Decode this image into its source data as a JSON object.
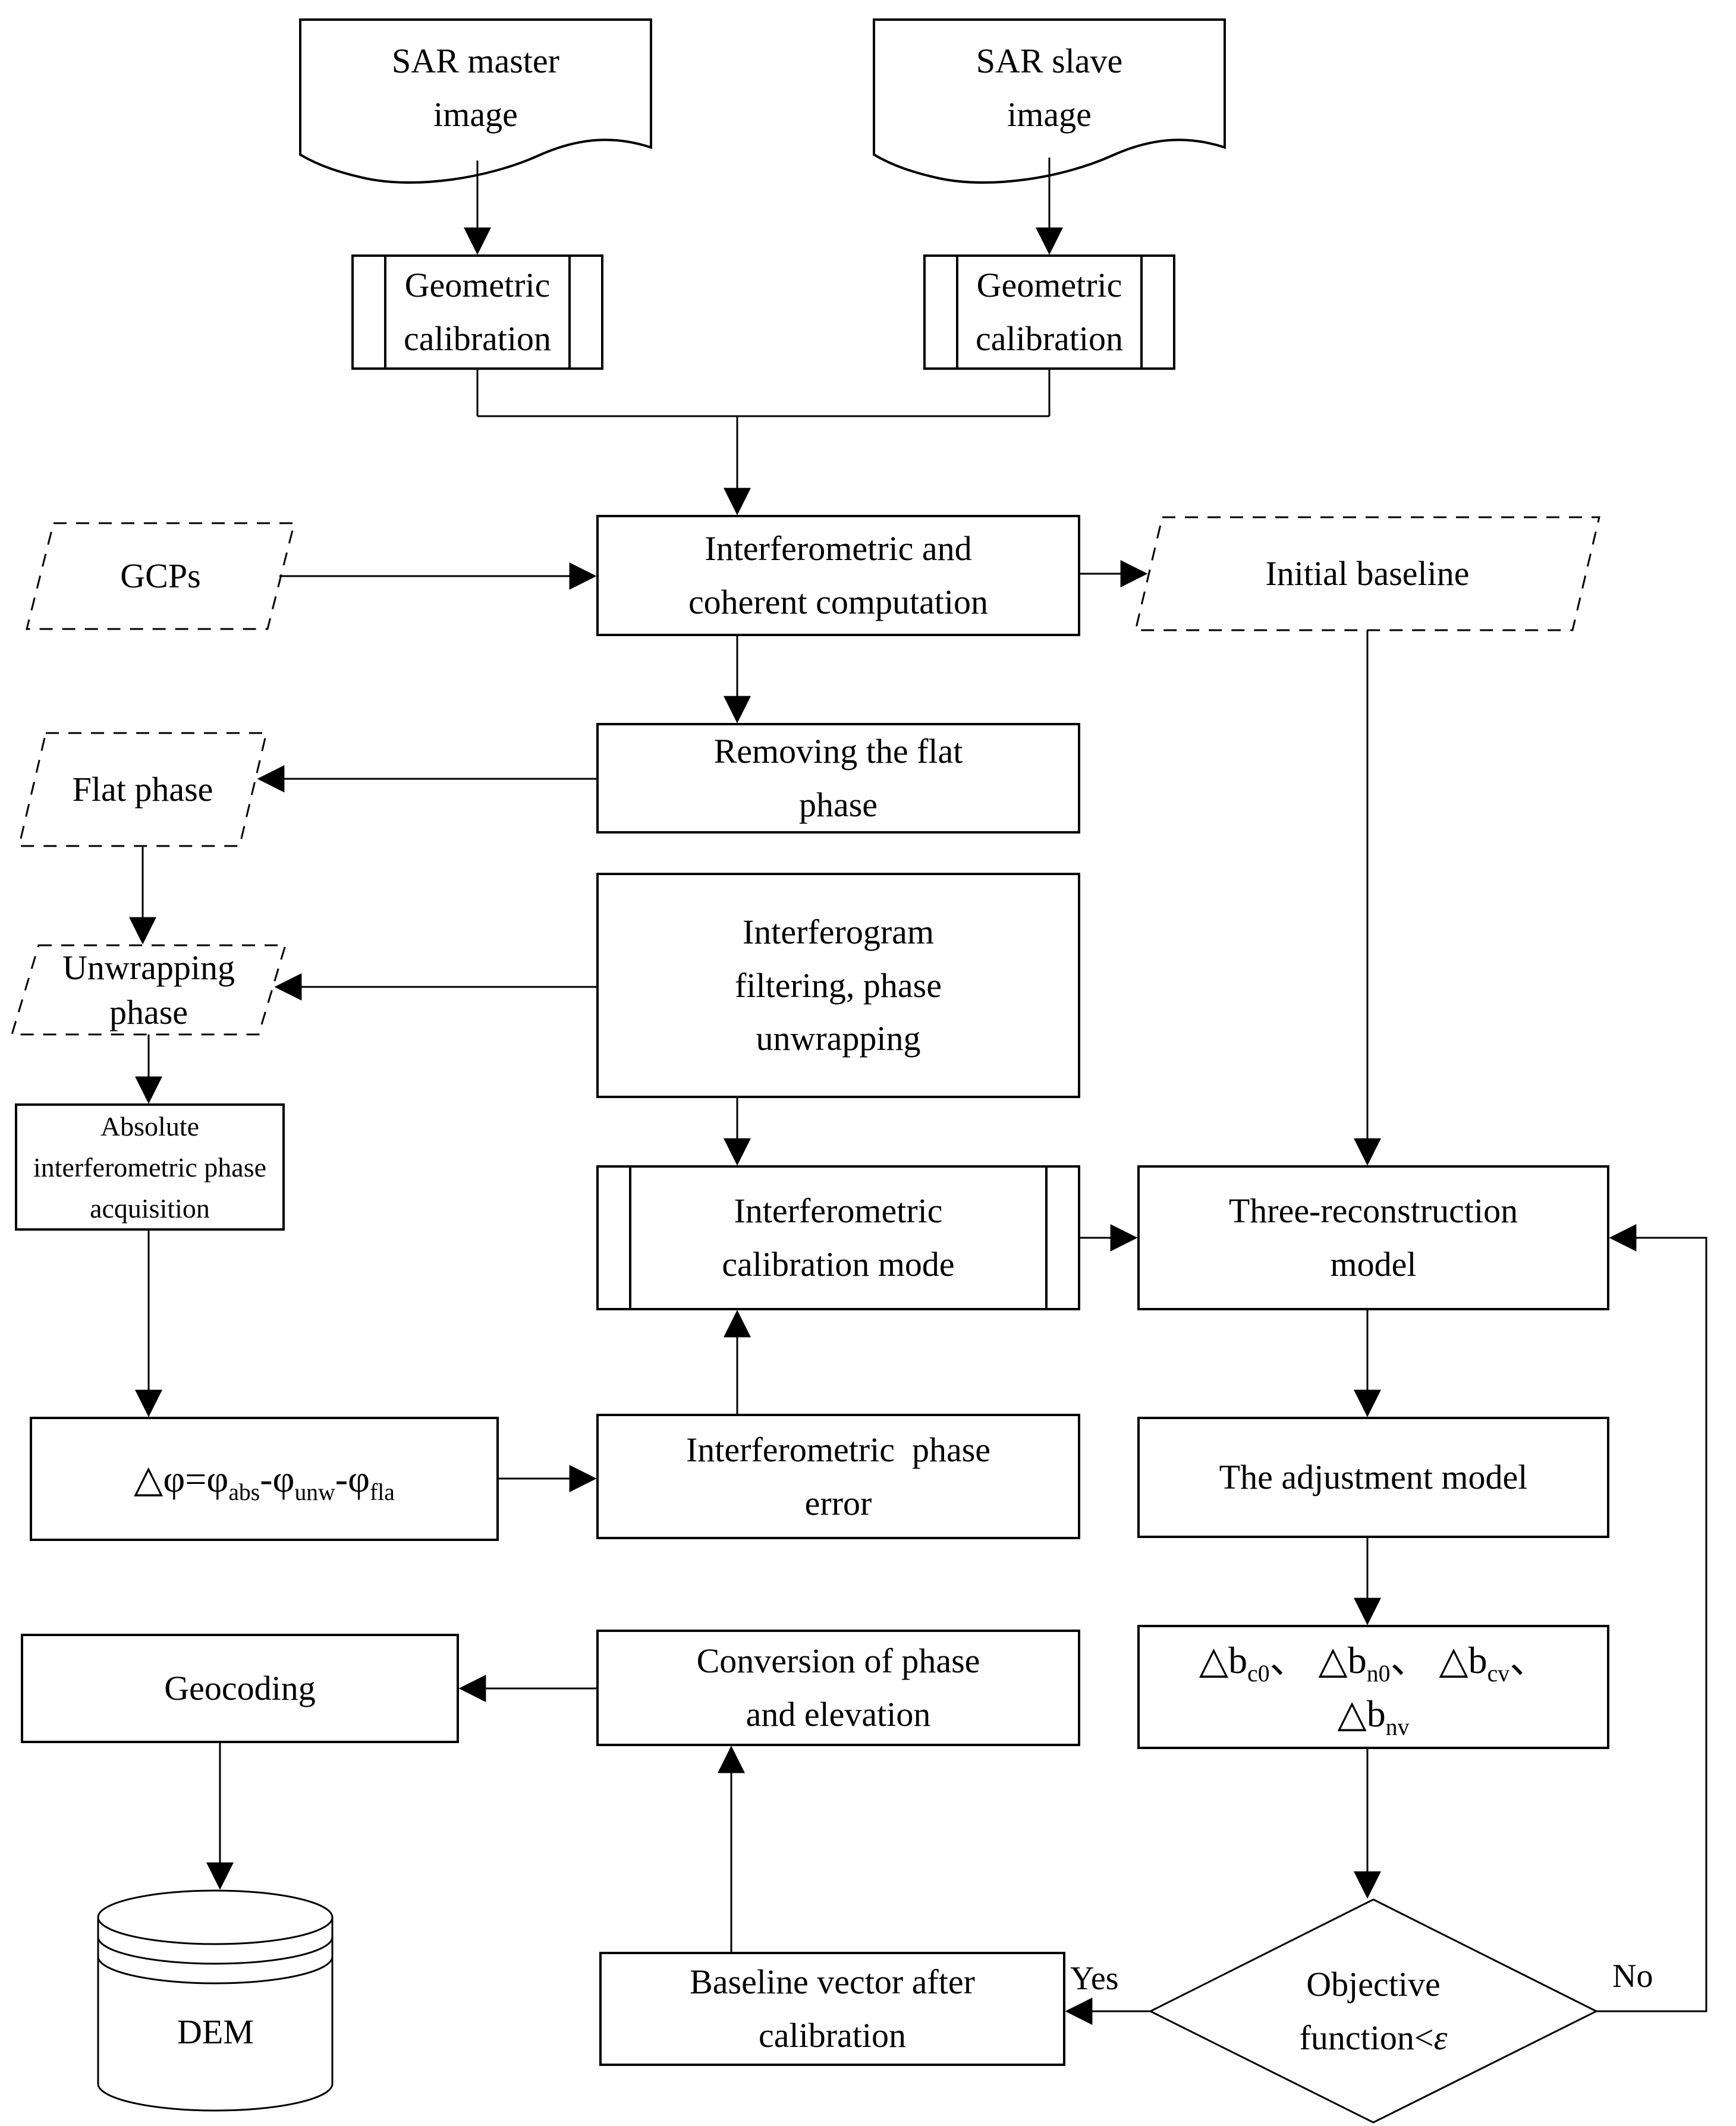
{
  "diagram": {
    "title_hint": "InSAR DEM generation flowchart",
    "colors": {
      "background": "#ffffff",
      "stroke": "#000000",
      "text": "#000000"
    },
    "nodes": {
      "sar_master": {
        "type": "document",
        "lines": [
          "SAR master",
          "image"
        ]
      },
      "sar_slave": {
        "type": "document",
        "lines": [
          "SAR slave",
          "image"
        ]
      },
      "geo_calib_left": {
        "type": "predefined-process",
        "lines": [
          "Geometric",
          "calibration"
        ]
      },
      "geo_calib_right": {
        "type": "predefined-process",
        "lines": [
          "Geometric",
          "calibration"
        ]
      },
      "gcps": {
        "type": "data-dashed",
        "lines": [
          "GCPs"
        ]
      },
      "interf_comp": {
        "type": "process",
        "lines": [
          "Interferometric and",
          "coherent computation"
        ]
      },
      "initial_baseline": {
        "type": "data-dashed",
        "lines": [
          "Initial baseline"
        ]
      },
      "removing_flat": {
        "type": "process",
        "lines": [
          "Removing the flat",
          "phase"
        ]
      },
      "flat_phase": {
        "type": "data-dashed",
        "lines": [
          "Flat phase"
        ]
      },
      "interferogram_filtering": {
        "type": "process",
        "lines": [
          "Interferogram",
          "filtering, phase",
          "unwrapping"
        ]
      },
      "unwrapping_phase": {
        "type": "data-dashed",
        "lines": [
          "Unwrapping",
          "phase"
        ]
      },
      "absolute_phase": {
        "type": "process",
        "lines": [
          "Absolute",
          "interferometric phase",
          "acquisition"
        ]
      },
      "calib_mode": {
        "type": "predefined-process",
        "lines": [
          "Interferometric",
          "calibration mode"
        ]
      },
      "three_model": {
        "type": "process",
        "lines": [
          "Three-reconstruction",
          "model"
        ]
      },
      "phase_formula": {
        "type": "process",
        "formula": {
          "p1": "△φ=φ",
          "s1": "abs",
          "p2": "-φ",
          "s2": "unw",
          "p3": "-φ",
          "s3": "fla"
        }
      },
      "phase_error": {
        "type": "process",
        "lines": [
          "Interferometric  phase",
          "error"
        ]
      },
      "adjustment_model": {
        "type": "process",
        "lines": [
          "The adjustment model"
        ]
      },
      "geocoding": {
        "type": "process",
        "lines": [
          "Geocoding"
        ]
      },
      "conversion": {
        "type": "process",
        "lines": [
          "Conversion of phase",
          "and elevation"
        ]
      },
      "baseline_deltas": {
        "type": "process",
        "d1": "△b",
        "d1s": "c0",
        "d1c": "、",
        "d2": "△b",
        "d2s": "n0",
        "d2c": "、",
        "d3": "△b",
        "d3s": "cv",
        "d3c": "、",
        "d4": "△b",
        "d4s": "nv"
      },
      "dem": {
        "type": "database",
        "lines": [
          "DEM"
        ]
      },
      "baseline_vector": {
        "type": "process",
        "lines": [
          "Baseline vector after",
          "calibration"
        ]
      },
      "objective": {
        "type": "decision",
        "line1": "Objective",
        "line2_pre": "function<",
        "line2_eps": "ε"
      }
    },
    "edge_labels": {
      "yes": "Yes",
      "no": "No"
    }
  }
}
